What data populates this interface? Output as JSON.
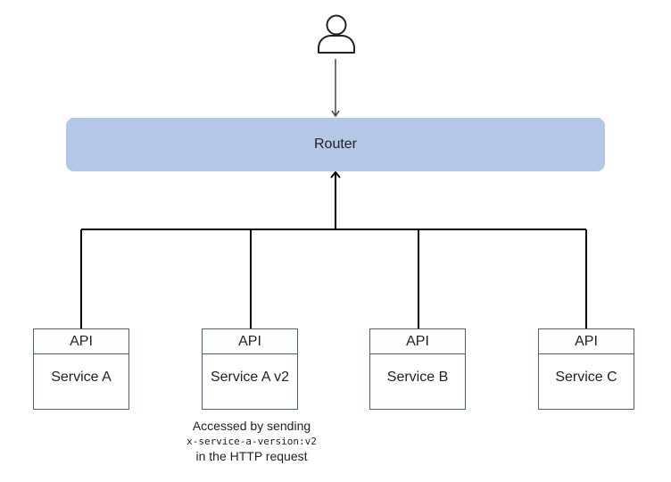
{
  "router": {
    "label": "Router"
  },
  "services": [
    {
      "api_label": "API",
      "name": "Service A"
    },
    {
      "api_label": "API",
      "name": "Service A v2"
    },
    {
      "api_label": "API",
      "name": "Service B"
    },
    {
      "api_label": "API",
      "name": "Service C"
    }
  ],
  "note": {
    "line1": "Accessed by sending",
    "line2": "x-service-a-version:v2",
    "line3": "in the HTTP request"
  },
  "colors": {
    "router_fill": "#b4c7e7",
    "box_border": "#4a6088",
    "line": "#000000",
    "arrow_gray": "#444444"
  },
  "icons": {
    "user": "user-icon"
  }
}
